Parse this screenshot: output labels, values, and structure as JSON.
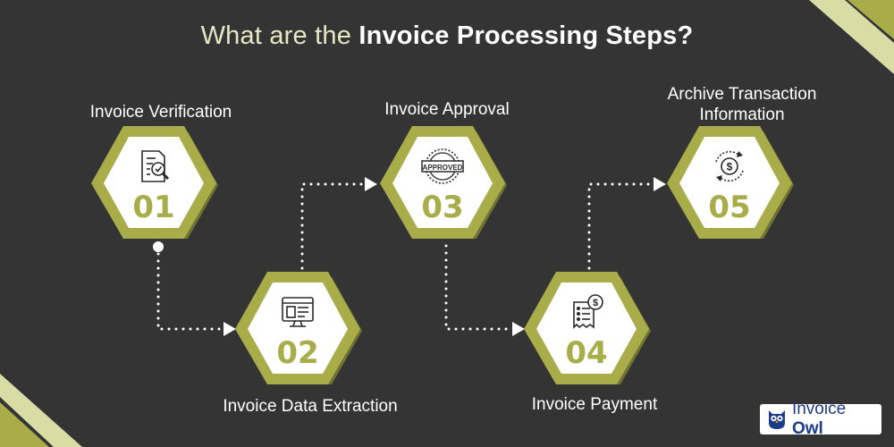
{
  "title": {
    "prefix": "What are the",
    "highlight": "Invoice Processing Steps?"
  },
  "steps": [
    {
      "number": "01",
      "label": "Invoice Verification",
      "icon": "document-check-magnifier-icon"
    },
    {
      "number": "02",
      "label": "Invoice Data Extraction",
      "icon": "monitor-data-icon"
    },
    {
      "number": "03",
      "label": "Invoice Approval",
      "icon": "approved-stamp-icon",
      "stamp_text": "APPROVED"
    },
    {
      "number": "04",
      "label": "Invoice Payment",
      "icon": "receipt-dollar-icon"
    },
    {
      "number": "05",
      "label": "Archive Transaction Information",
      "icon": "dollar-cycle-icon"
    }
  ],
  "brand": {
    "name_prefix": "Invoice",
    "name_suffix": "Owl",
    "icon": "owl-icon"
  },
  "colors": {
    "background": "#343434",
    "hex_light": "#a8ad4a",
    "hex_dark": "#6f7332",
    "accent_stripe": "#d4d99a",
    "title_light": "#e6e8c7"
  }
}
